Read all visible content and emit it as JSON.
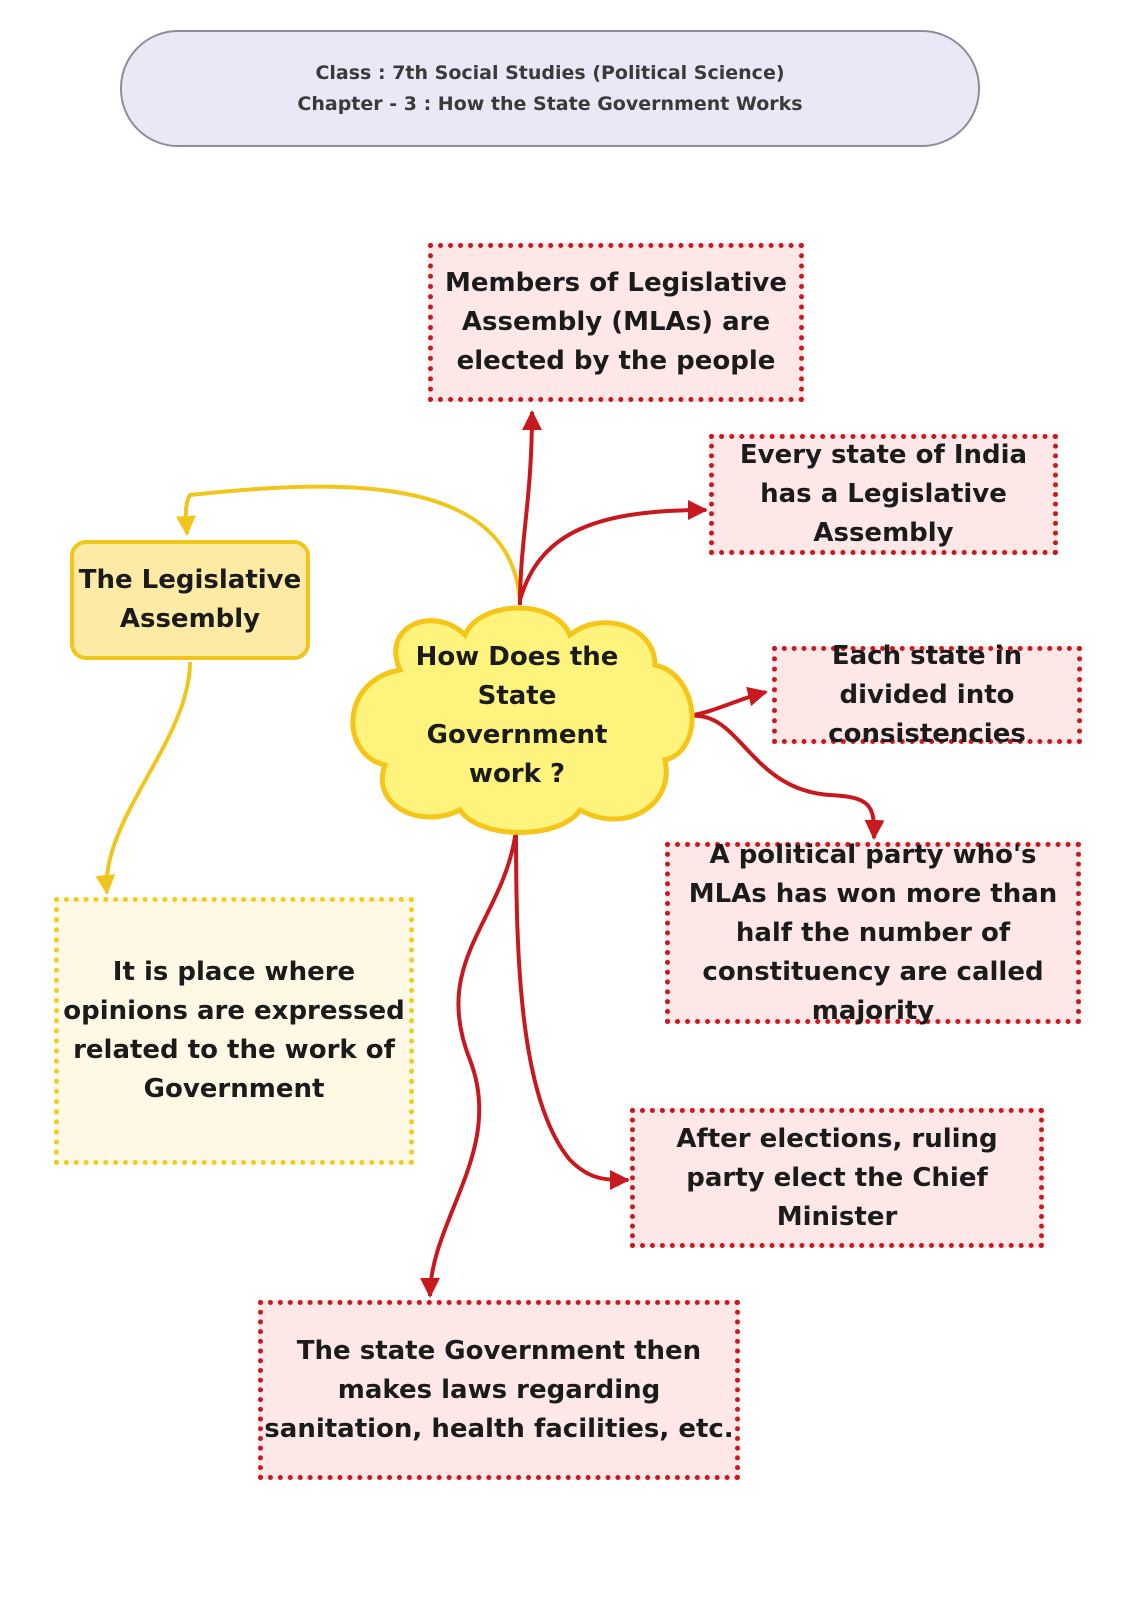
{
  "header": {
    "line1": "Class : 7th Social Studies (Political Science)",
    "line2": "Chapter - 3 : How the State Government Works"
  },
  "center": {
    "text": "How Does the State Government work ?"
  },
  "legislative_assembly": {
    "text": "The Legislative Assembly"
  },
  "assembly_description": {
    "text": "It is place where opinions are expressed related to the work of Government"
  },
  "nodes": {
    "mlas": "Members of Legislative Assembly (MLAs) are elected by the people",
    "every_state": "Every state of India has a Legislative Assembly",
    "divided": "Each state in divided into consistencies",
    "majority": "A political party who's MLAs has won more than half the number of constituency are called majority",
    "chief_minister": "After elections, ruling party elect the Chief Minister",
    "laws": "The state Government then makes laws regarding sanitation, health facilities, etc."
  },
  "colors": {
    "red_stroke": "#c8191f",
    "red_fill": "#fde7e7",
    "yellow_stroke": "#f0c61c",
    "yellow_fill": "#fdeaa4",
    "cloud_fill": "#fef37c",
    "header_fill": "#ebe7f6"
  }
}
